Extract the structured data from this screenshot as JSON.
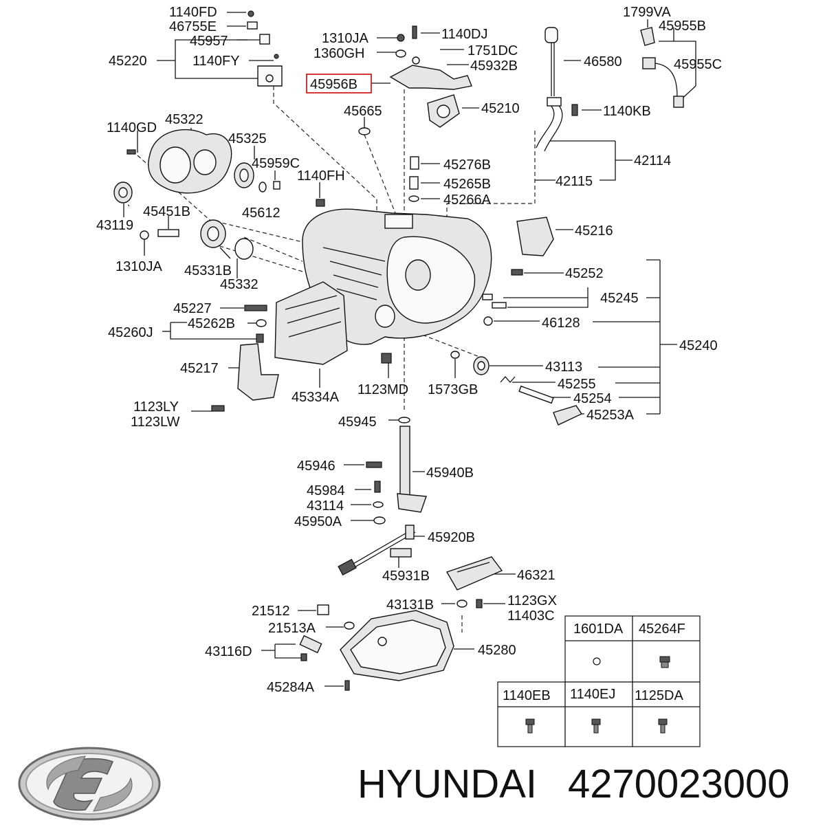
{
  "callouts": [
    {
      "id": "c1140FD",
      "text": "1140FD"
    },
    {
      "id": "c46755E",
      "text": "46755E"
    },
    {
      "id": "c45957",
      "text": "45957"
    },
    {
      "id": "c45220",
      "text": "45220"
    },
    {
      "id": "c1140FY",
      "text": "1140FY"
    },
    {
      "id": "c1310JA_top",
      "text": "1310JA"
    },
    {
      "id": "c1360GH",
      "text": "1360GH"
    },
    {
      "id": "c1140DJ",
      "text": "1140DJ"
    },
    {
      "id": "c1751DC",
      "text": "1751DC"
    },
    {
      "id": "c45932B",
      "text": "45932B"
    },
    {
      "id": "c45956B",
      "text": "45956B"
    },
    {
      "id": "c1799VA",
      "text": "1799VA"
    },
    {
      "id": "c45955B",
      "text": "45955B"
    },
    {
      "id": "c45955C",
      "text": "45955C"
    },
    {
      "id": "c46580",
      "text": "46580"
    },
    {
      "id": "c45665",
      "text": "45665"
    },
    {
      "id": "c45210",
      "text": "45210"
    },
    {
      "id": "c1140KB",
      "text": "1140KB"
    },
    {
      "id": "c1140GD",
      "text": "1140GD"
    },
    {
      "id": "c45322",
      "text": "45322"
    },
    {
      "id": "c45325",
      "text": "45325"
    },
    {
      "id": "c45959C",
      "text": "45959C"
    },
    {
      "id": "c1140FH",
      "text": "1140FH"
    },
    {
      "id": "c42114",
      "text": "42114"
    },
    {
      "id": "c45276B",
      "text": "45276B"
    },
    {
      "id": "c45265B",
      "text": "45265B"
    },
    {
      "id": "c42115",
      "text": "42115"
    },
    {
      "id": "c45266A",
      "text": "45266A"
    },
    {
      "id": "c45451B",
      "text": "45451B"
    },
    {
      "id": "c45612",
      "text": "45612"
    },
    {
      "id": "c43119",
      "text": "43119"
    },
    {
      "id": "c45216",
      "text": "45216"
    },
    {
      "id": "c1310JA_left",
      "text": "1310JA"
    },
    {
      "id": "c45331B",
      "text": "45331B"
    },
    {
      "id": "c45332",
      "text": "45332"
    },
    {
      "id": "c45252",
      "text": "45252"
    },
    {
      "id": "c45245",
      "text": "45245"
    },
    {
      "id": "c45227",
      "text": "45227"
    },
    {
      "id": "c45262B",
      "text": "45262B"
    },
    {
      "id": "c46128",
      "text": "46128"
    },
    {
      "id": "c45260J",
      "text": "45260J"
    },
    {
      "id": "c45240",
      "text": "45240"
    },
    {
      "id": "c45217",
      "text": "45217"
    },
    {
      "id": "c43113",
      "text": "43113"
    },
    {
      "id": "c1123MD",
      "text": "1123MD"
    },
    {
      "id": "c1573GB",
      "text": "1573GB"
    },
    {
      "id": "c45255",
      "text": "45255"
    },
    {
      "id": "c45334A",
      "text": "45334A"
    },
    {
      "id": "c45254",
      "text": "45254"
    },
    {
      "id": "c1123LY",
      "text": "1123LY"
    },
    {
      "id": "c1123LW",
      "text": "1123LW"
    },
    {
      "id": "c45253A",
      "text": "45253A"
    },
    {
      "id": "c45945",
      "text": "45945"
    },
    {
      "id": "c45946",
      "text": "45946"
    },
    {
      "id": "c45940B",
      "text": "45940B"
    },
    {
      "id": "c45984",
      "text": "45984"
    },
    {
      "id": "c43114",
      "text": "43114"
    },
    {
      "id": "c45950A",
      "text": "45950A"
    },
    {
      "id": "c45920B",
      "text": "45920B"
    },
    {
      "id": "c45931B",
      "text": "45931B"
    },
    {
      "id": "c46321",
      "text": "46321"
    },
    {
      "id": "c43131B",
      "text": "43131B"
    },
    {
      "id": "c1123GX",
      "text": "1123GX"
    },
    {
      "id": "c11403C",
      "text": "11403C"
    },
    {
      "id": "c21512",
      "text": "21512"
    },
    {
      "id": "c21513A",
      "text": "21513A"
    },
    {
      "id": "c43116D",
      "text": "43116D"
    },
    {
      "id": "c45280",
      "text": "45280"
    },
    {
      "id": "c45284A",
      "text": "45284A"
    }
  ],
  "highlighted_part": "45956B",
  "highlight_color": "#d11f1f",
  "fastener_table": {
    "row1_headers": [
      "1601DA",
      "45264F"
    ],
    "row2_headers": [
      "1140EB",
      "1140EJ",
      "1125DA"
    ]
  },
  "footer": {
    "brand": "HYUNDAI",
    "part_number": "4270023000",
    "logo_name": "hyundai-logo"
  }
}
